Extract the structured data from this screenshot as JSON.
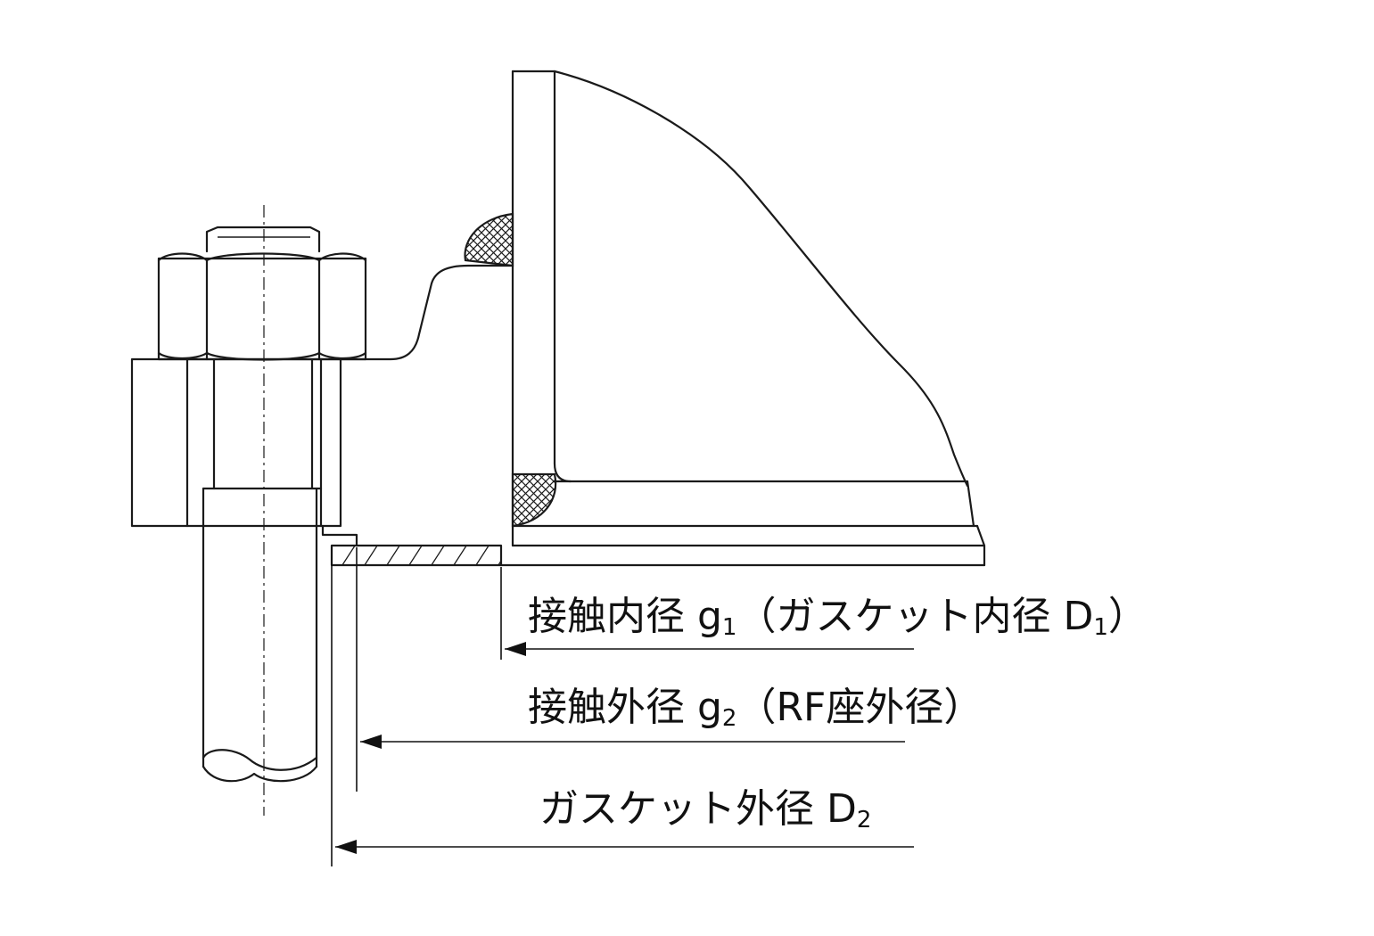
{
  "labels": {
    "inner": {
      "main": "接触内径 g",
      "sub": "1",
      "rest": "（ガスケット内径 D",
      "sub2": "1",
      "end": "）"
    },
    "outer": {
      "main": "接触外径 g",
      "sub": "2",
      "rest": "（RF座外径）"
    },
    "gasket": {
      "main": "ガスケット外径 D",
      "sub": "2"
    }
  },
  "colors": {
    "line": "#1a1a1a",
    "background": "#ffffff"
  }
}
